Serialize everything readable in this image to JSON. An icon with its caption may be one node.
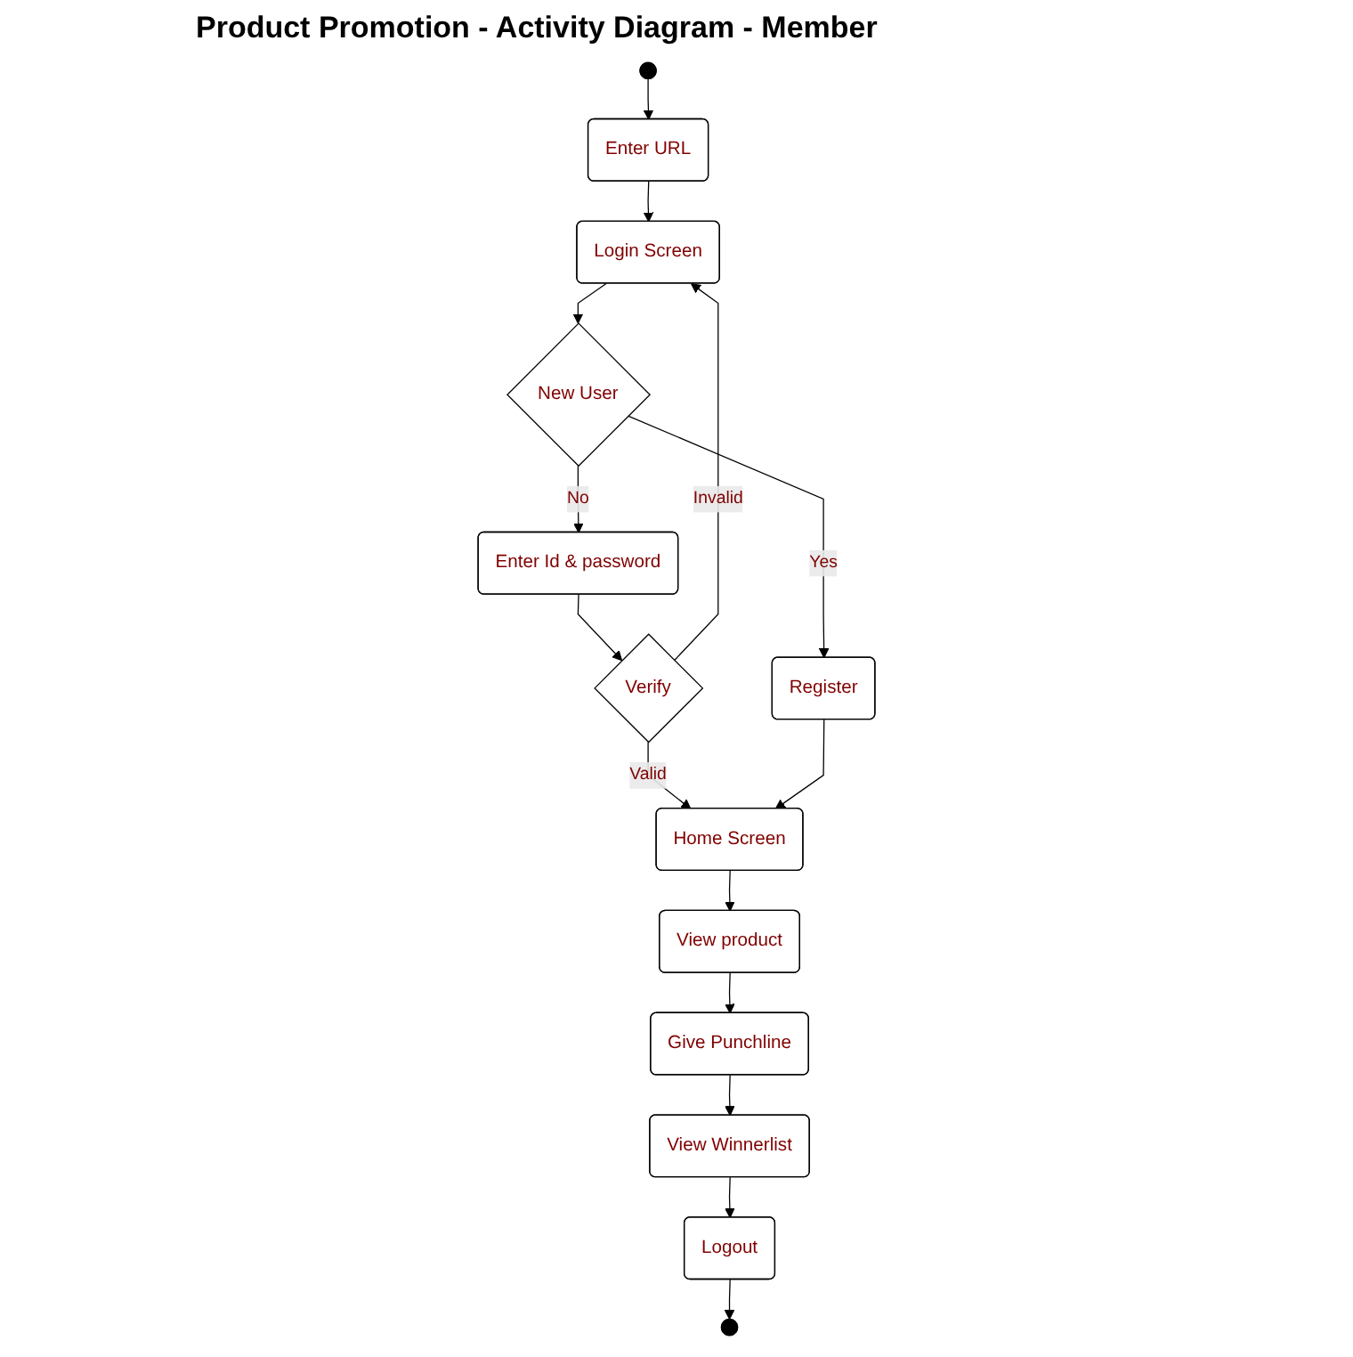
{
  "diagram": {
    "title": "Product Promotion - Activity Diagram - Member",
    "nodes": [
      {
        "text": [],
        "shape": "circle"
      },
      {
        "text": [
          "Enter URL"
        ]
      },
      {
        "text": [
          "Login Screen"
        ]
      },
      {
        "text": [
          "New User"
        ]
      },
      {
        "text": [
          "Enter Id & password"
        ]
      },
      {
        "text": [
          "Register"
        ]
      },
      {
        "text": [
          "Verify"
        ]
      },
      {
        "text": [
          "Home Screen"
        ]
      },
      {
        "text": [
          "View product"
        ]
      },
      {
        "text": [
          "Give Punchline"
        ]
      },
      {
        "text": [
          "View Winnerlist"
        ]
      },
      {
        "text": [
          "Logout"
        ]
      },
      {
        "text": [],
        "shape": "circle"
      }
    ],
    "edges": [
      {
        "from": 0,
        "to": 1,
        "arrow": "to"
      },
      {
        "from": 1,
        "to": 2,
        "arrow": "to"
      },
      {
        "from": 2,
        "to": 3,
        "arrow": "to"
      },
      {
        "from": 3,
        "to": 4,
        "arrow": "to",
        "label": "No"
      },
      {
        "from": 3,
        "to": 5,
        "arrow": "to",
        "label": "Yes"
      },
      {
        "from": 4,
        "to": 6,
        "arrow": "to"
      },
      {
        "from": 6,
        "to": 2,
        "arrow": "to",
        "label": "Invalid"
      },
      {
        "from": 6,
        "to": 7,
        "arrow": "to",
        "label": "Valid"
      },
      {
        "from": 5,
        "to": 7,
        "arrow": "to"
      },
      {
        "from": 7,
        "to": 8,
        "arrow": "to"
      },
      {
        "from": 8,
        "to": 9,
        "arrow": "to"
      },
      {
        "from": 9,
        "to": 10,
        "arrow": "to"
      },
      {
        "from": 10,
        "to": 11,
        "arrow": "to"
      },
      {
        "from": 11,
        "to": 12,
        "arrow": "to"
      }
    ]
  }
}
